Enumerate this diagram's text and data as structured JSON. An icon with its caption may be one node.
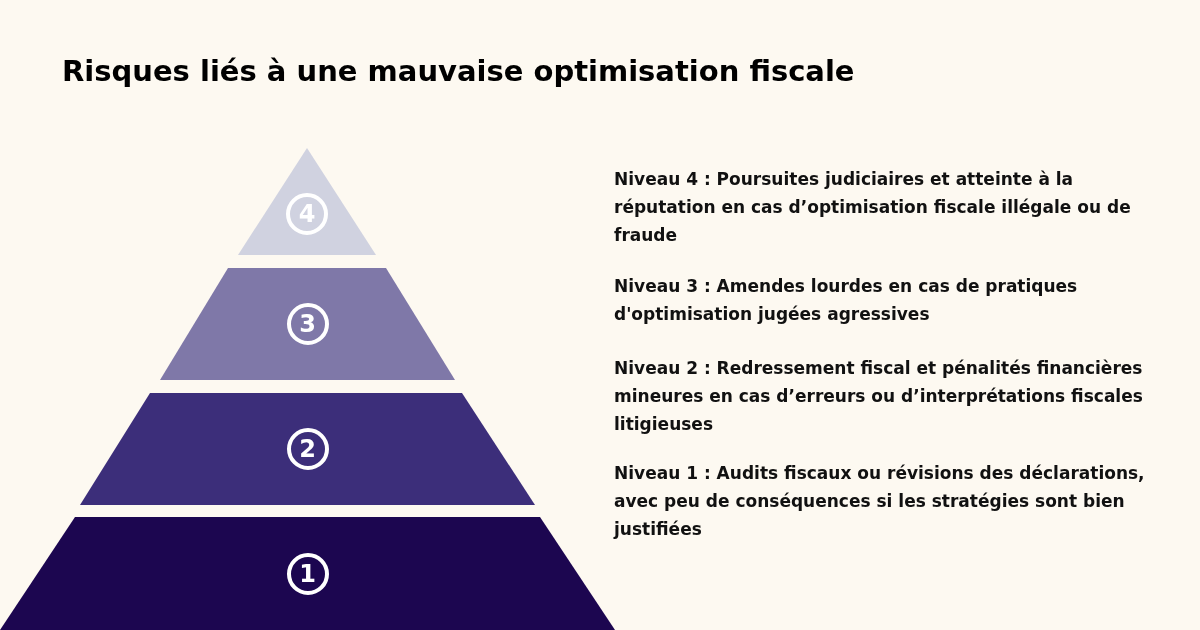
{
  "diagram": {
    "title": "Risques liés à une mauvaise optimisation fiscale",
    "nodes": [
      {
        "text": [
          "4"
        ]
      },
      {
        "text": [
          "3"
        ]
      },
      {
        "text": [
          "2"
        ]
      },
      {
        "text": [
          "1"
        ]
      }
    ],
    "labels": [
      "Niveau 4 : Poursuites judiciaires et atteinte à la réputation en cas d’optimisation fiscale illégale ou de fraude",
      "Niveau 3 : Amendes lourdes en cas de pratiques d'optimisation jugées agressives",
      "Niveau 2 : Redressement fiscal et pénalités financières mineures en cas d’erreurs ou d’interprétations fiscales litigieuses",
      "Niveau 1 : Audits fiscaux ou révisions des déclarations, avec peu de conséquences si les stratégies sont bien justifiées"
    ]
  }
}
